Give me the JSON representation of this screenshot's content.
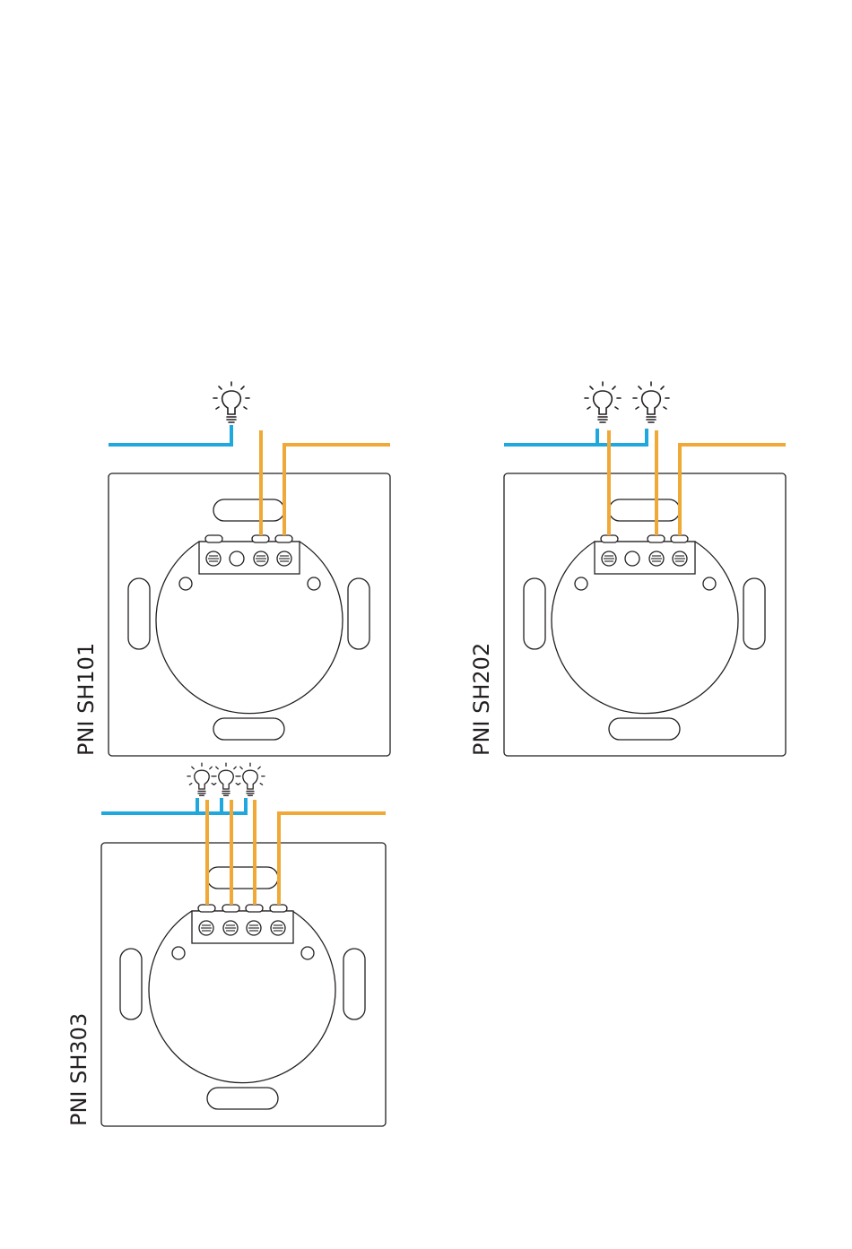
{
  "wire_colors": {
    "neutral": "#1fa8dd",
    "live": "#f0a836",
    "outline": "#231f20"
  },
  "switches": [
    {
      "model": "PNI SH101",
      "lamps": 1,
      "terminals": [
        "screw",
        "hole",
        "screw",
        "screw"
      ]
    },
    {
      "model": "PNI SH202",
      "lamps": 2,
      "terminals": [
        "screw",
        "hole",
        "screw",
        "screw"
      ]
    },
    {
      "model": "PNI SH303",
      "lamps": 3,
      "terminals": [
        "screw",
        "screw",
        "screw",
        "screw"
      ]
    }
  ]
}
